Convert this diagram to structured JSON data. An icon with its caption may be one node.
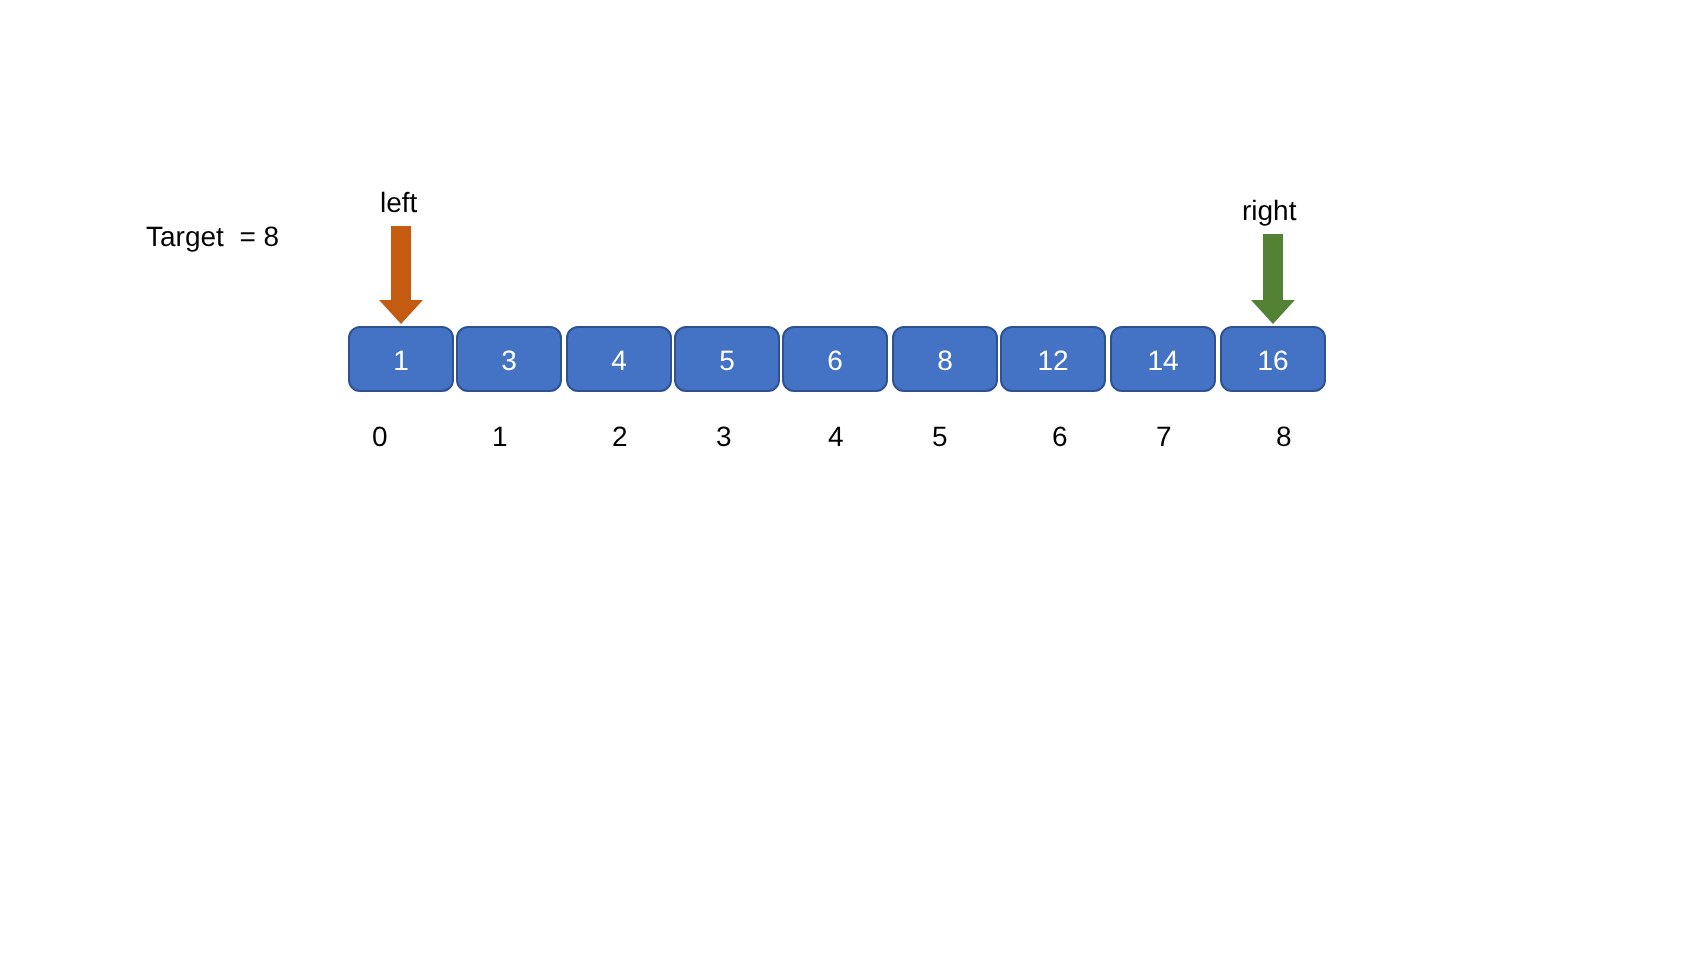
{
  "diagram": {
    "nodes": [
      {
        "text": [
          "left"
        ]
      },
      {
        "text": [
          "right"
        ]
      },
      {
        "text": [
          "1"
        ]
      },
      {
        "text": [
          "3"
        ]
      },
      {
        "text": [
          "4"
        ]
      },
      {
        "text": [
          "5"
        ]
      },
      {
        "text": [
          "6"
        ]
      },
      {
        "text": [
          "8"
        ]
      },
      {
        "text": [
          "12"
        ]
      },
      {
        "text": [
          "14"
        ]
      },
      {
        "text": [
          "16"
        ]
      }
    ],
    "edges": [
      {
        "from": 0,
        "to": 2,
        "arrow": "to",
        "color": "#c55a11"
      },
      {
        "from": 1,
        "to": 10,
        "arrow": "to",
        "color": "#548235"
      }
    ],
    "labels": [
      "Target  = 8",
      "0",
      "1",
      "2",
      "3",
      "4",
      "5",
      "6",
      "7",
      "8"
    ]
  }
}
